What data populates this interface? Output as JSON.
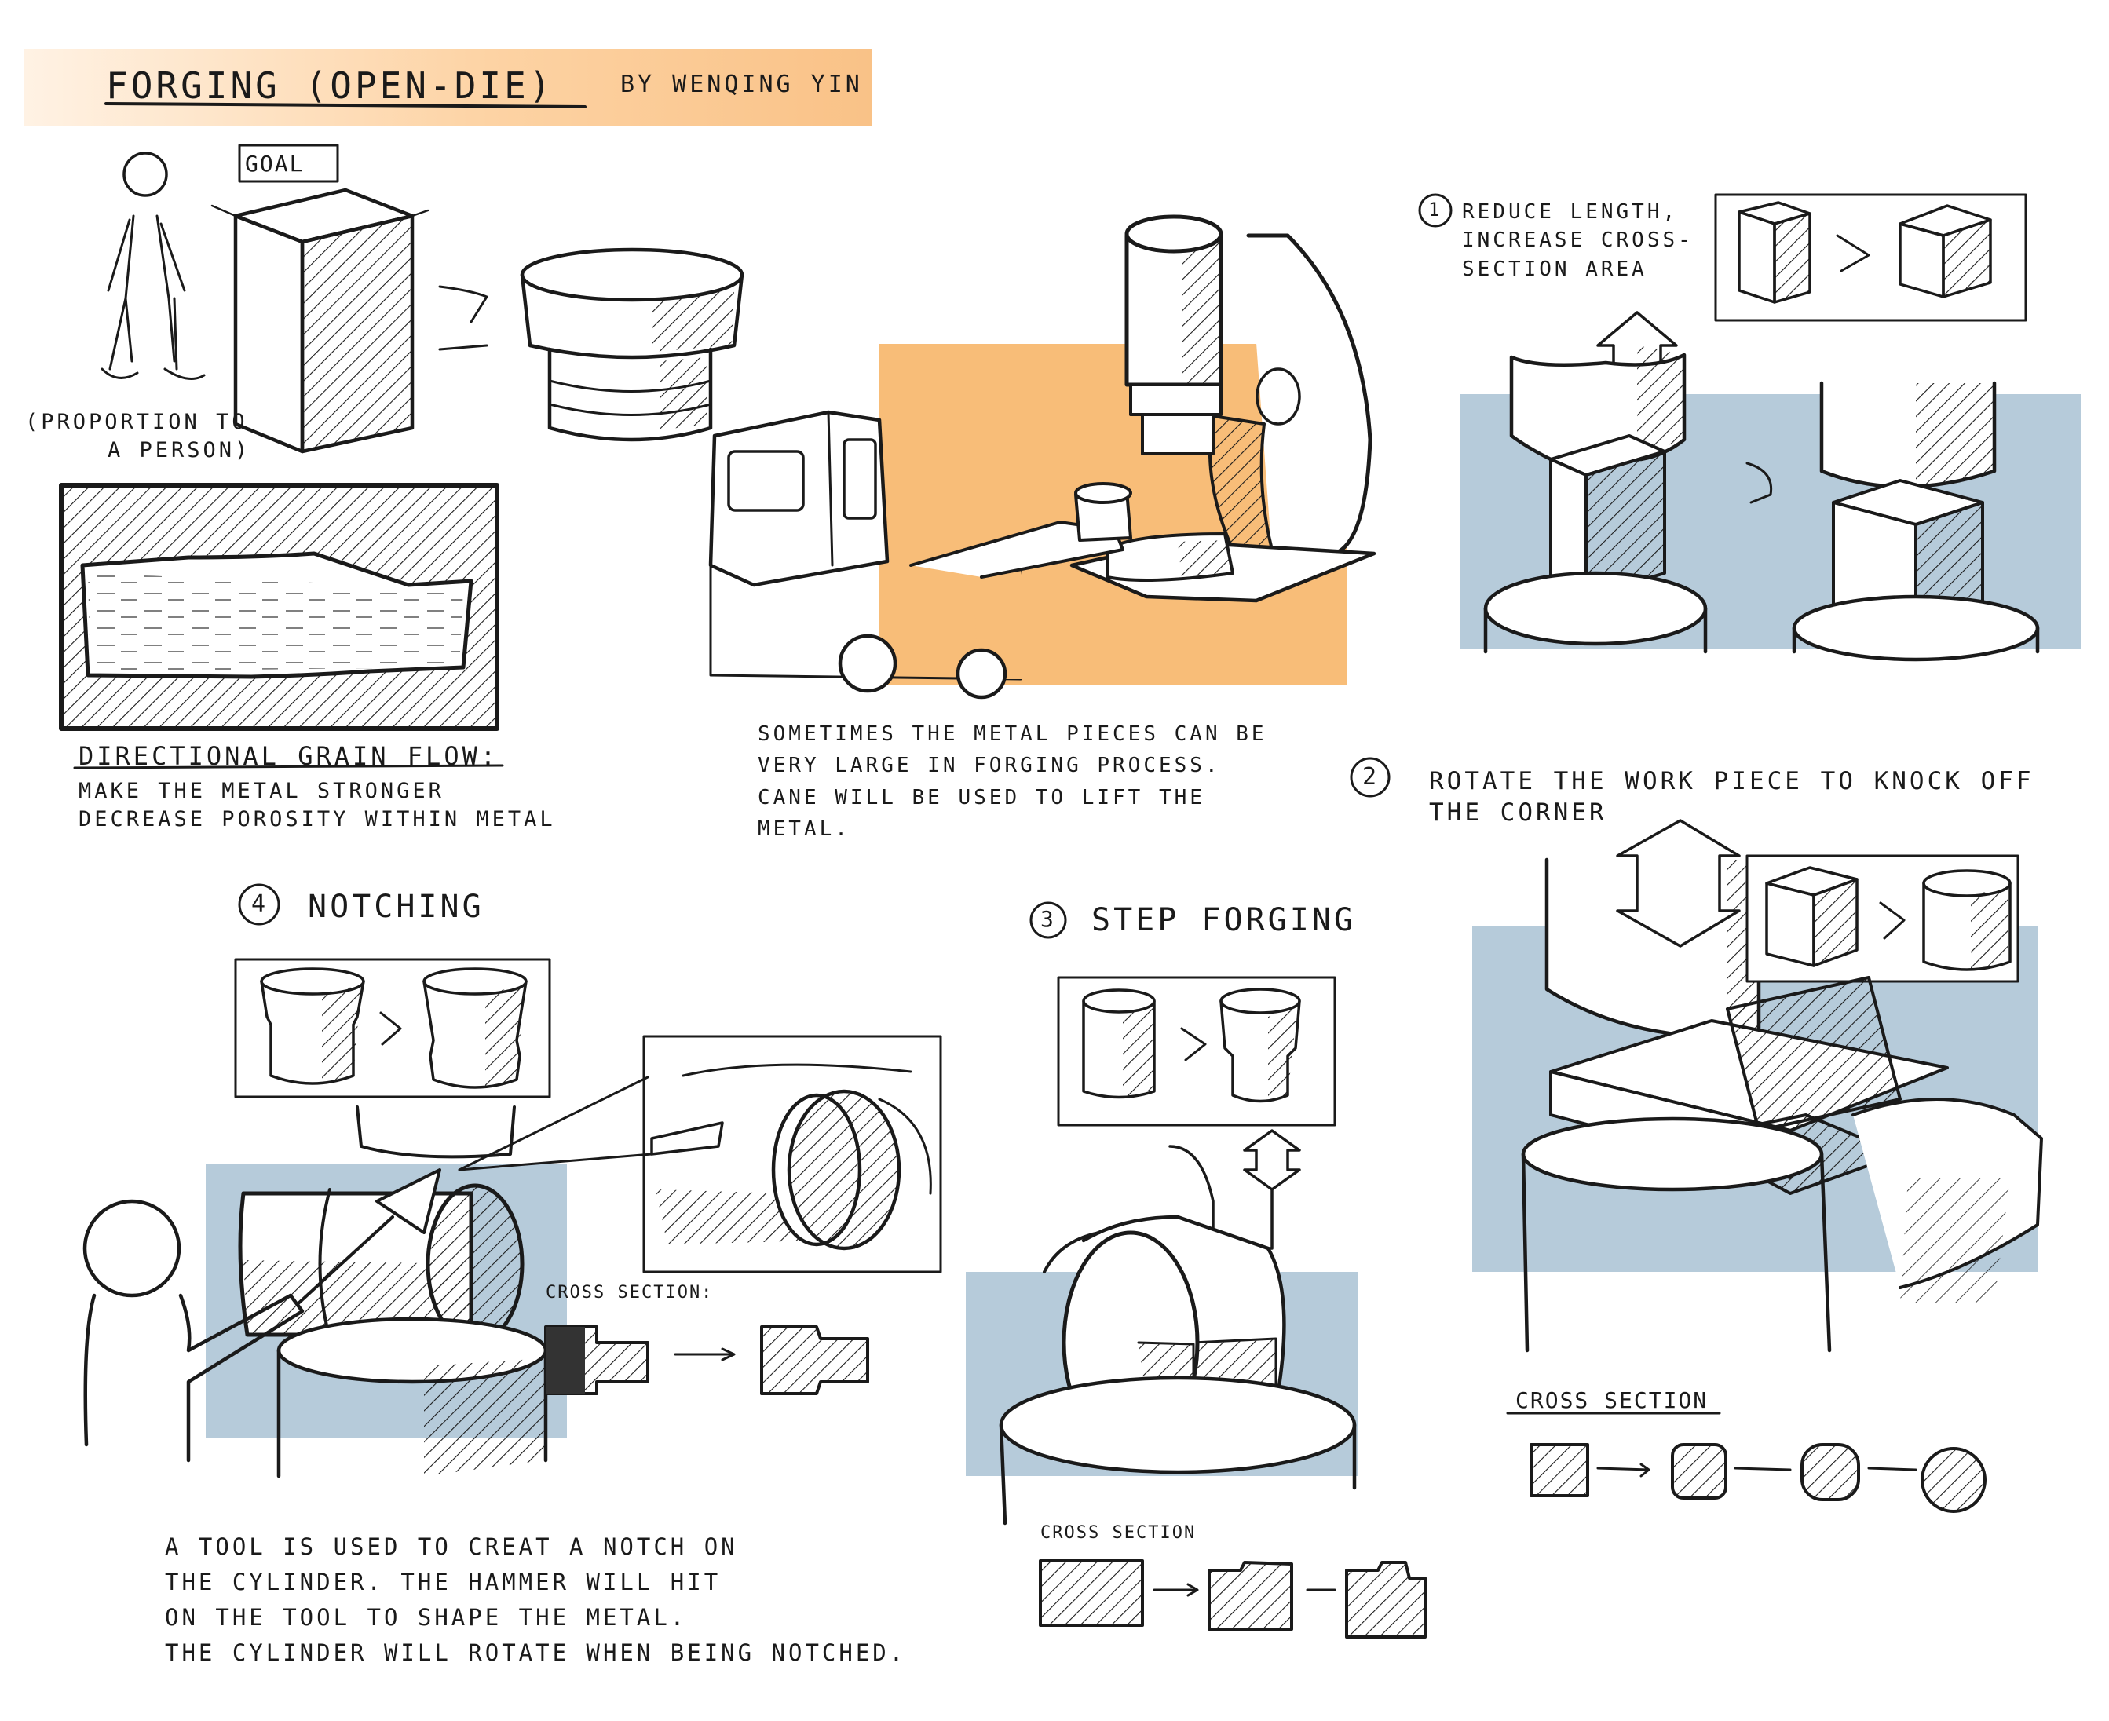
{
  "header": {
    "title": "FORGING (OPEN-DIE)",
    "byline": "BY WENQING YIN"
  },
  "goal": {
    "label": "GOAL",
    "proportion_note": [
      "(PROPORTION TO",
      "A PERSON)"
    ]
  },
  "grain": {
    "heading": "DIRECTIONAL GRAIN FLOW:",
    "lines": [
      "MAKE THE METAL STRONGER",
      "DECREASE POROSITY WITHIN METAL"
    ]
  },
  "crane": {
    "lines": [
      "SOMETIMES THE METAL PIECES CAN BE",
      "VERY LARGE IN FORGING PROCESS.",
      "CANE WILL BE USED TO LIFT THE",
      "METAL."
    ]
  },
  "step1": {
    "number": "1",
    "lines": [
      "REDUCE LENGTH,",
      "INCREASE CROSS-",
      "SECTION AREA"
    ]
  },
  "step2": {
    "number": "2",
    "lines": [
      "ROTATE THE WORK PIECE TO KNOCK OFF",
      "THE CORNER"
    ],
    "cross_section_label": "CROSS SECTION"
  },
  "step3": {
    "number": "3",
    "title": "STEP FORGING",
    "cross_section_label": "CROSS SECTION"
  },
  "step4": {
    "number": "4",
    "title": "NOTCHING",
    "cross_section_label": "CROSS SECTION:",
    "lines": [
      "A TOOL IS USED TO CREAT A NOTCH ON",
      "THE CYLINDER. THE HAMMER WILL HIT",
      "ON THE TOOL TO SHAPE THE METAL.",
      "THE CYLINDER WILL ROTATE WHEN BEING NOTCHED."
    ]
  },
  "colors": {
    "ink": "#1a1a1a",
    "accent_orange": "#f8bd78",
    "accent_blue": "#b6cbda",
    "title_highlight": "#fbcb94"
  }
}
